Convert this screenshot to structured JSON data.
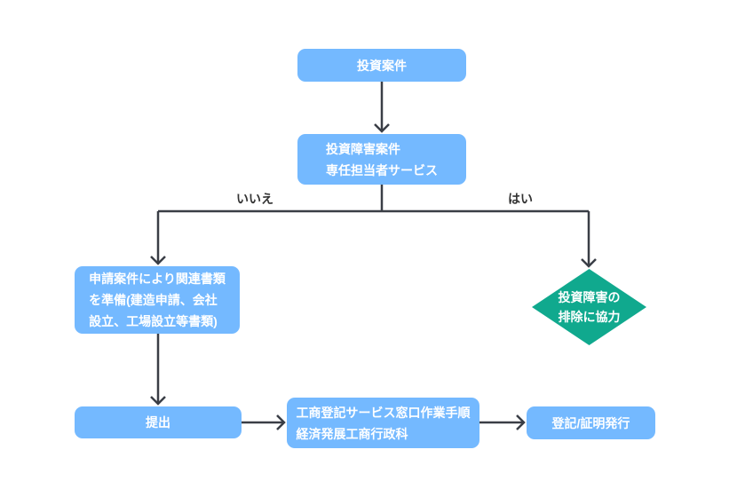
{
  "flowchart": {
    "nodes": {
      "investment_case": "投資案件",
      "barrier_service": "投資障害案件\n専任担当者サービス",
      "prepare_documents": "申請案件により関連書類\nを準備(建造申請、会社\n設立、工場設立等書類)",
      "cooperate_removal": "投資障害の\n排除に協力",
      "submit": "提出",
      "counter_procedure": "工商登記サービス窓口作業手順\n経済発展工商行政科",
      "registration_issue": "登記/証明発行"
    },
    "edge_labels": {
      "no": "いいえ",
      "yes": "はい"
    },
    "colors": {
      "process_node": "#74b9ff",
      "decision_node": "#10a98e",
      "connector": "#3a3e46",
      "node_text": "#ffffff",
      "edge_label_text": "#333333",
      "background": "#ffffff"
    }
  }
}
